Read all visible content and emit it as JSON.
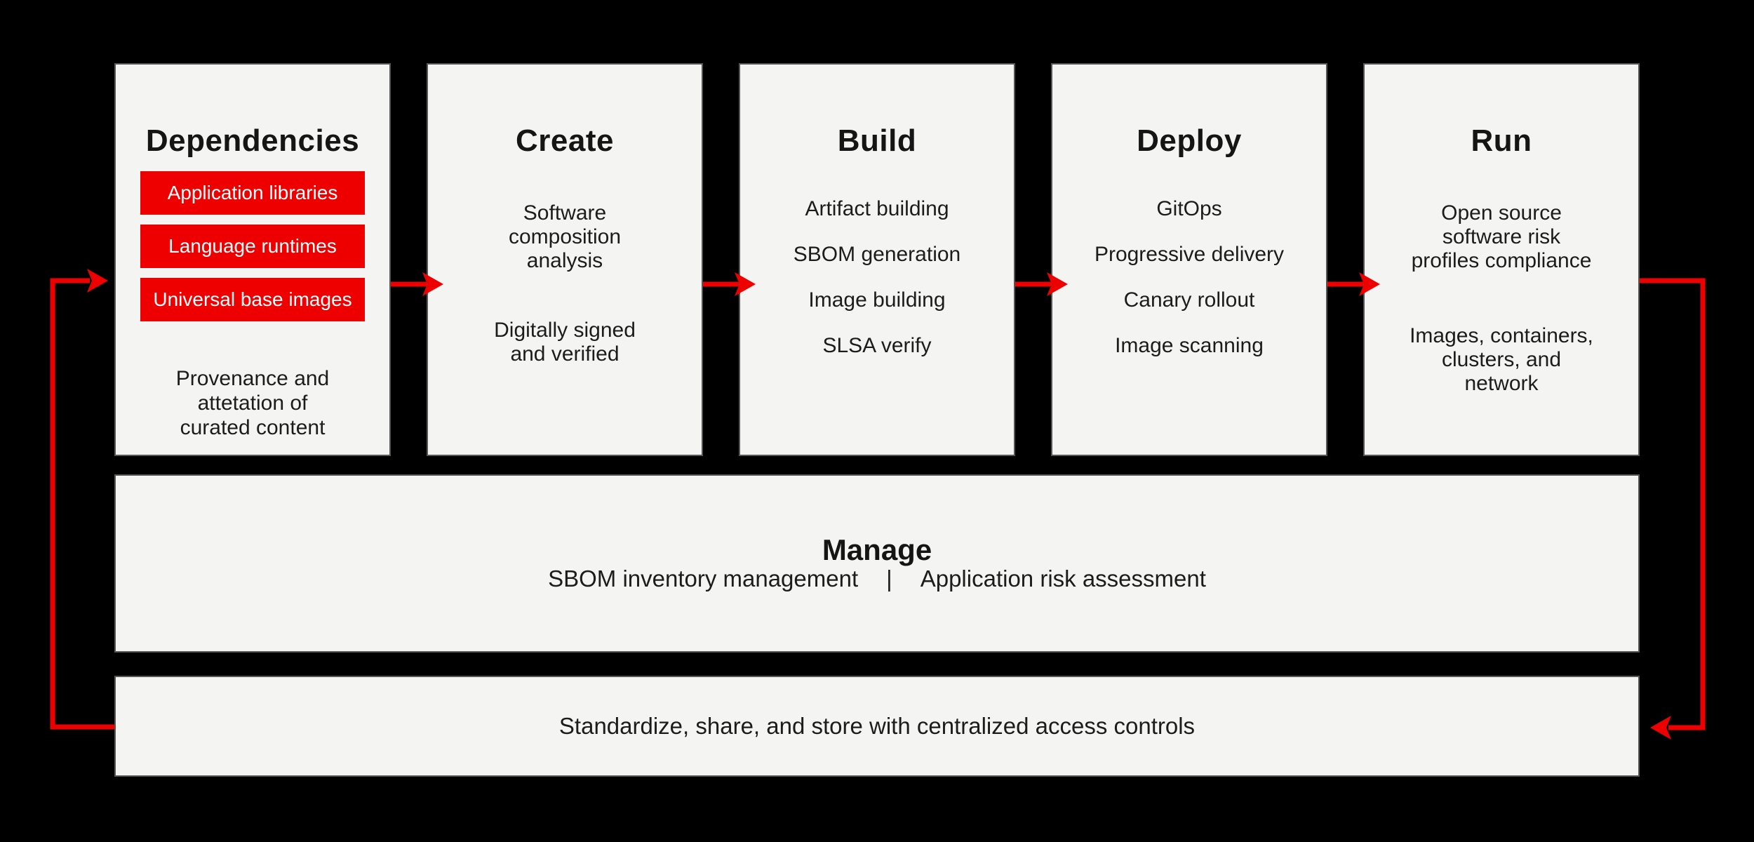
{
  "colors": {
    "background": "#000000",
    "box_fill": "#F4F4F2",
    "box_border": "#565656",
    "accent_red": "#EE0000",
    "title_text": "#151515",
    "body_text": "#1C1C1C",
    "chip_text": "#FFFFFF"
  },
  "columns": [
    {
      "id": "dependencies",
      "title": "Dependencies",
      "buttons": [
        "Application libraries",
        "Language runtimes",
        "Universal base images"
      ],
      "caption": "Provenance and\nattetation of\ncurated content"
    },
    {
      "id": "create",
      "title": "Create",
      "paragraphs": [
        "Software\ncomposition\nanalysis",
        "Digitally signed\nand verified"
      ]
    },
    {
      "id": "build",
      "title": "Build",
      "items": [
        "Artifact building",
        "SBOM generation",
        "Image building",
        "SLSA verify"
      ]
    },
    {
      "id": "deploy",
      "title": "Deploy",
      "items": [
        "GitOps",
        "Progressive delivery",
        "Canary rollout",
        "Image scanning"
      ]
    },
    {
      "id": "run",
      "title": "Run",
      "paragraphs": [
        "Open source\nsoftware risk\nprofiles compliance",
        "Images, containers,\nclusters, and\nnetwork"
      ]
    }
  ],
  "manage": {
    "title": "Manage",
    "left": "SBOM inventory management",
    "separator": "|",
    "right": "Application risk assessment"
  },
  "bottom_bar": {
    "text": "Standardize, share, and store with centralized access controls"
  }
}
